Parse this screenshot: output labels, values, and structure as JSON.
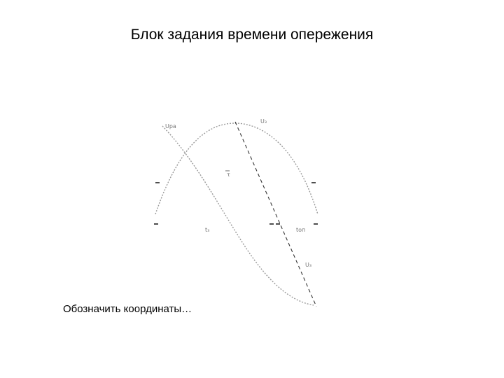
{
  "title": "Блок задания времени опережения",
  "caption": "Обозначить координаты…",
  "diagram": {
    "labels": {
      "upa": "Upa",
      "u3_top": "U₃",
      "tau": "τ",
      "t3": "t₃",
      "t_op": "tоп",
      "u3_bottom": "U₃"
    }
  }
}
